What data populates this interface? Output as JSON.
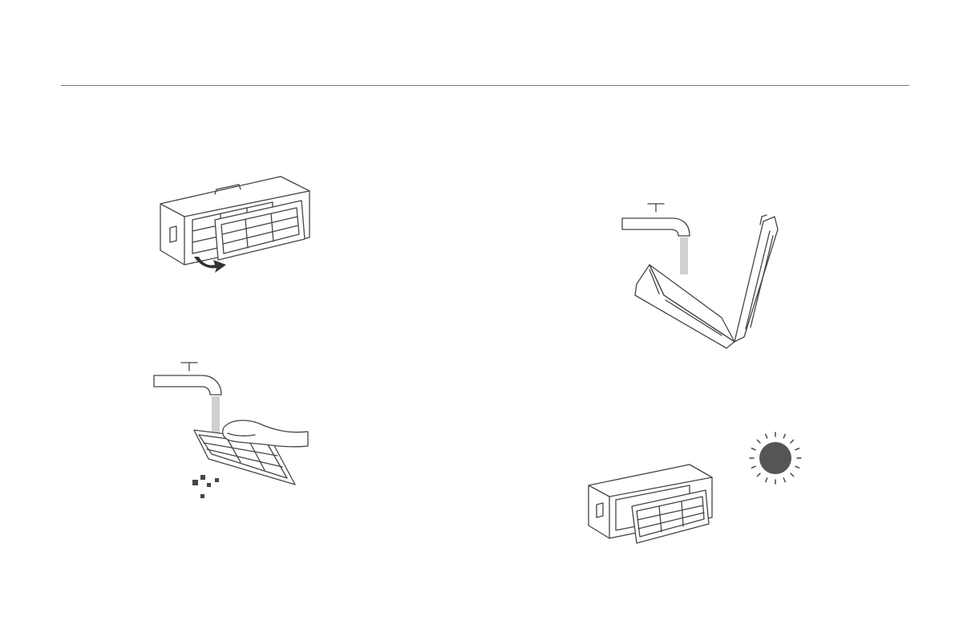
{
  "page": {
    "background": "#ffffff",
    "rule_color": "#7a7a7a",
    "line_color": "#444444"
  },
  "illustrations": [
    {
      "name": "filter-removal-illustration",
      "icon": "dust-bin-filter-removal"
    },
    {
      "name": "dust-bin-rinse-illustration",
      "icon": "faucet-rinsing-bin"
    },
    {
      "name": "filter-rinse-illustration",
      "icon": "faucet-rinsing-filter"
    },
    {
      "name": "air-dry-illustration",
      "icon": "sun-drying-parts"
    }
  ]
}
